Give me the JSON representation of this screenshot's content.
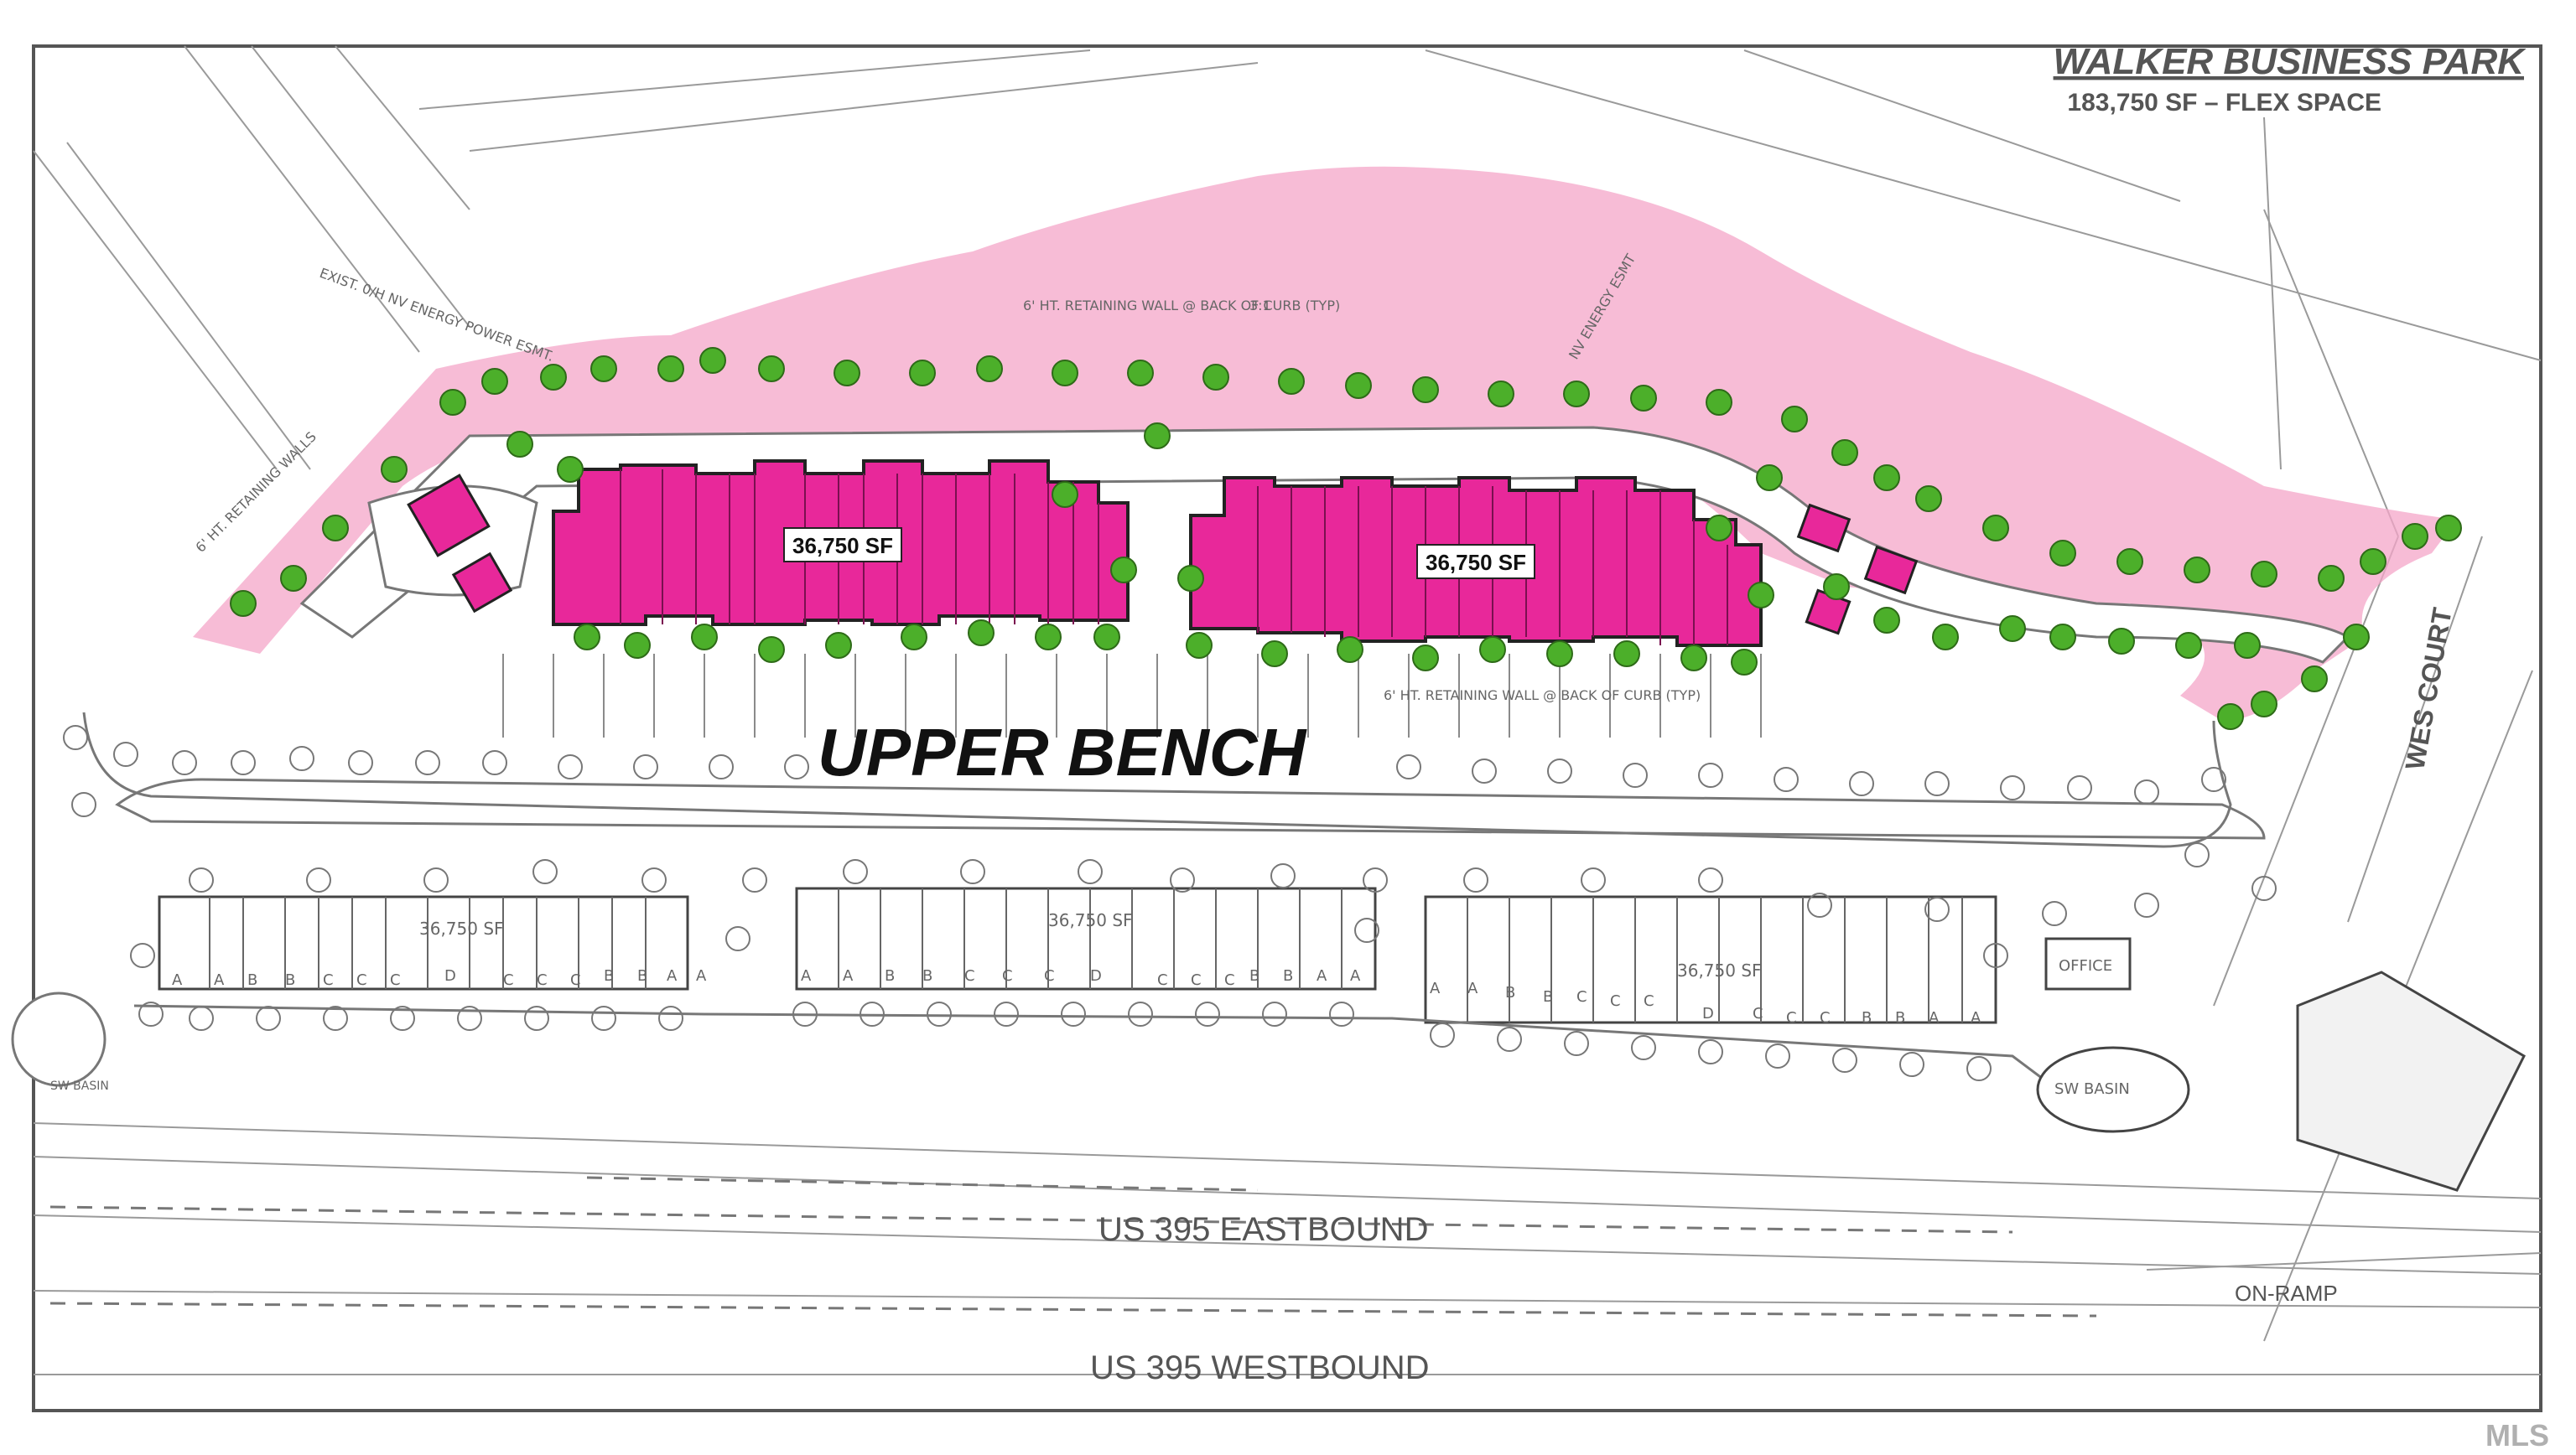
{
  "title": {
    "name": "WALKER BUSINESS PARK",
    "subtitle": "183,750 SF – FLEX SPACE"
  },
  "labels": {
    "upper_bench": "UPPER BENCH",
    "building_left_sf": "36,750 SF",
    "building_right_sf": "36,750 SF",
    "lower_left_sf": "36,750 SF",
    "lower_mid_sf": "36,750 SF",
    "lower_right_sf": "36,750 SF",
    "wes_court": "WES COURT",
    "eastbound": "US 395 EASTBOUND",
    "westbound": "US 395 WESTBOUND",
    "on_ramp": "ON-RAMP",
    "office": "OFFICE",
    "sw_basin_right": "SW BASIN",
    "sw_basin_left": "SW BASIN",
    "retaining_top": "6' HT. RETAINING WALL @ BACK OF CURB (TYP)",
    "retaining_mid": "6' HT. RETAINING WALL @ BACK OF CURB (TYP)",
    "retaining_left": "6' HT. RETAINING WALLS",
    "exist_easement": "EXIST. 0/H NV ENERGY POWER ESMT.",
    "nv_energy": "NV ENERGY ESMT",
    "slope": "3:1",
    "watermark": "MLS"
  },
  "unit_letters": {
    "lower_left": [
      "A",
      "A",
      "B",
      "B",
      "C",
      "C",
      "C",
      "D",
      "C",
      "C",
      "C",
      "B",
      "B",
      "A",
      "A"
    ],
    "lower_mid": [
      "A",
      "A",
      "B",
      "B",
      "C",
      "C",
      "C",
      "D",
      "C",
      "C",
      "C",
      "B",
      "B",
      "A",
      "A"
    ],
    "lower_right": [
      "A",
      "A",
      "B",
      "B",
      "C",
      "C",
      "C",
      "D",
      "C",
      "C",
      "C",
      "B",
      "B",
      "A",
      "A"
    ]
  },
  "colors": {
    "building": "#e8289a",
    "landscape": "#f4a6c8",
    "tree": "#4caf2a",
    "linework": "#555555"
  }
}
